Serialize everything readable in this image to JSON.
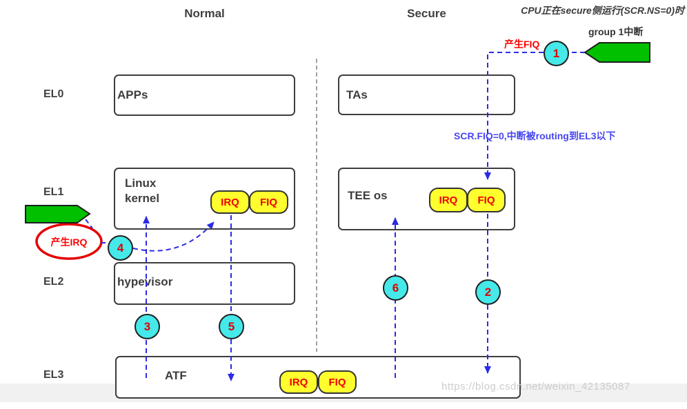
{
  "headers": {
    "normal": "Normal",
    "secure": "Secure"
  },
  "levels": {
    "el0": "EL0",
    "el1": "EL1",
    "el2": "EL2",
    "el3": "EL3"
  },
  "boxes": {
    "apps": "APPs",
    "tas": "TAs",
    "linux_kernel": "Linux kernel",
    "tee_os": "TEE os",
    "hypervisor": "hypevisor",
    "atf": "ATF"
  },
  "badges": {
    "irq": "IRQ",
    "fiq": "FIQ"
  },
  "steps": {
    "s1": "1",
    "s2": "2",
    "s3": "3",
    "s4": "4",
    "s5": "5",
    "s6": "6"
  },
  "annotations": {
    "cpu_state": "CPU正在secure侧运行(SCR.NS=0)时",
    "group1_interrupt": "group 1中断",
    "fiq_generated": "产生FIQ",
    "irq_generated": "产生IRQ",
    "routing_note": "SCR.FIQ=0,中断被routing到EL3以下"
  },
  "watermark": "https://blog.csdn.net/weixin_42135087",
  "colors": {
    "step_circle_fill": "#45e9e9",
    "badge_fill": "#ffff2e",
    "badge_text": "#ee0000",
    "green_arrow": "#00c000",
    "flow_line": "#2a2ae6",
    "highlight_red": "#ff0000",
    "divider_gray": "#8a8a8a"
  }
}
